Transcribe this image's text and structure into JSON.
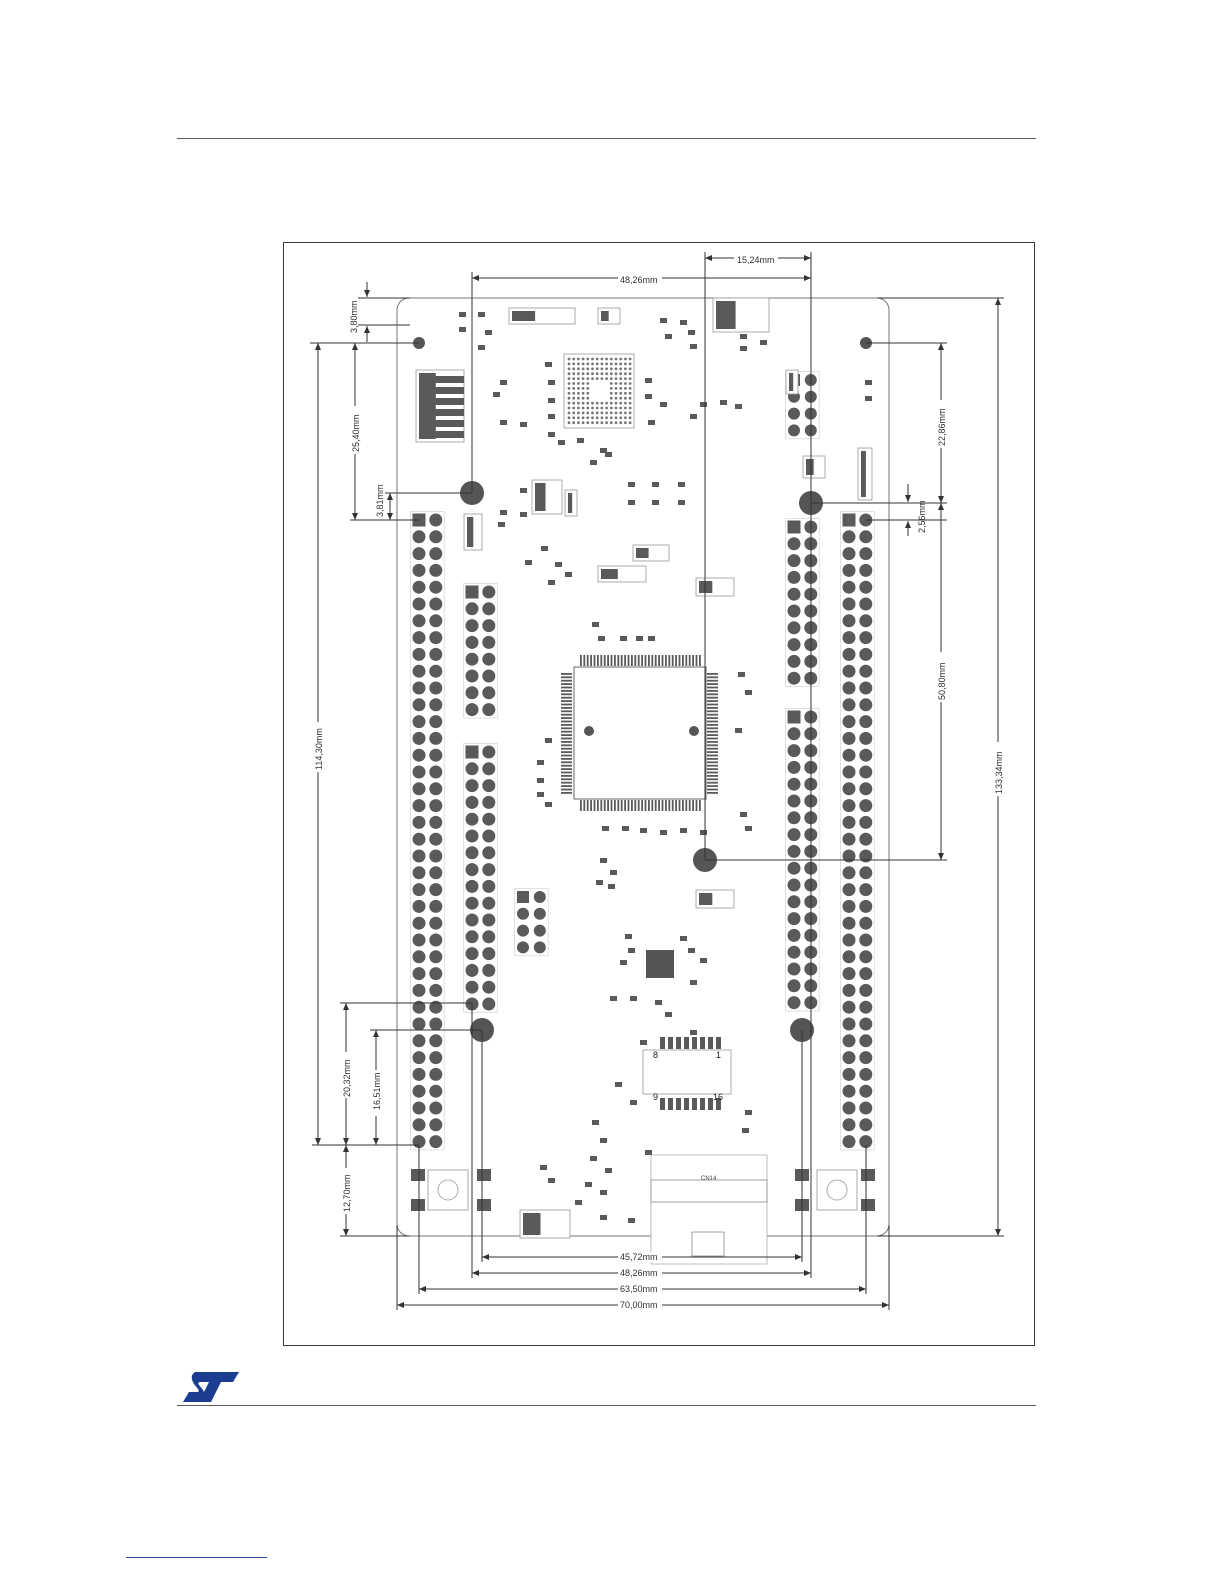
{
  "colors": {
    "rule": "#5a5a5a",
    "board": "#ffffff",
    "pad": "#5a5a5a",
    "dimension": "#333333",
    "st_logo": "#1b3d8f"
  },
  "logo": {
    "name": "st-logo",
    "text": "ST"
  },
  "dimensions": {
    "top_15_24": "15,24mm",
    "top_48_26": "48,26mm",
    "left_3_80": "3,80mm",
    "left_25_40": "25,40mm",
    "left_3_81": "3,81mm",
    "left_114_30": "114,30mm",
    "left_20_32": "20,32mm",
    "left_16_51": "16,51mm",
    "left_12_70": "12,70mm",
    "right_22_86": "22,86mm",
    "right_2_56": "2,56mm",
    "right_50_80": "50,80mm",
    "right_133_34": "133,34mm",
    "bottom_45_72": "45,72mm",
    "bottom_48_26": "48,26mm",
    "bottom_63_50": "63,50mm",
    "bottom_70_00": "70,00mm"
  },
  "board_labels": {
    "ic_pin_8": "8",
    "ic_pin_1": "1",
    "ic_pin_9": "9",
    "ic_pin_16": "16",
    "connector": "CN14"
  }
}
